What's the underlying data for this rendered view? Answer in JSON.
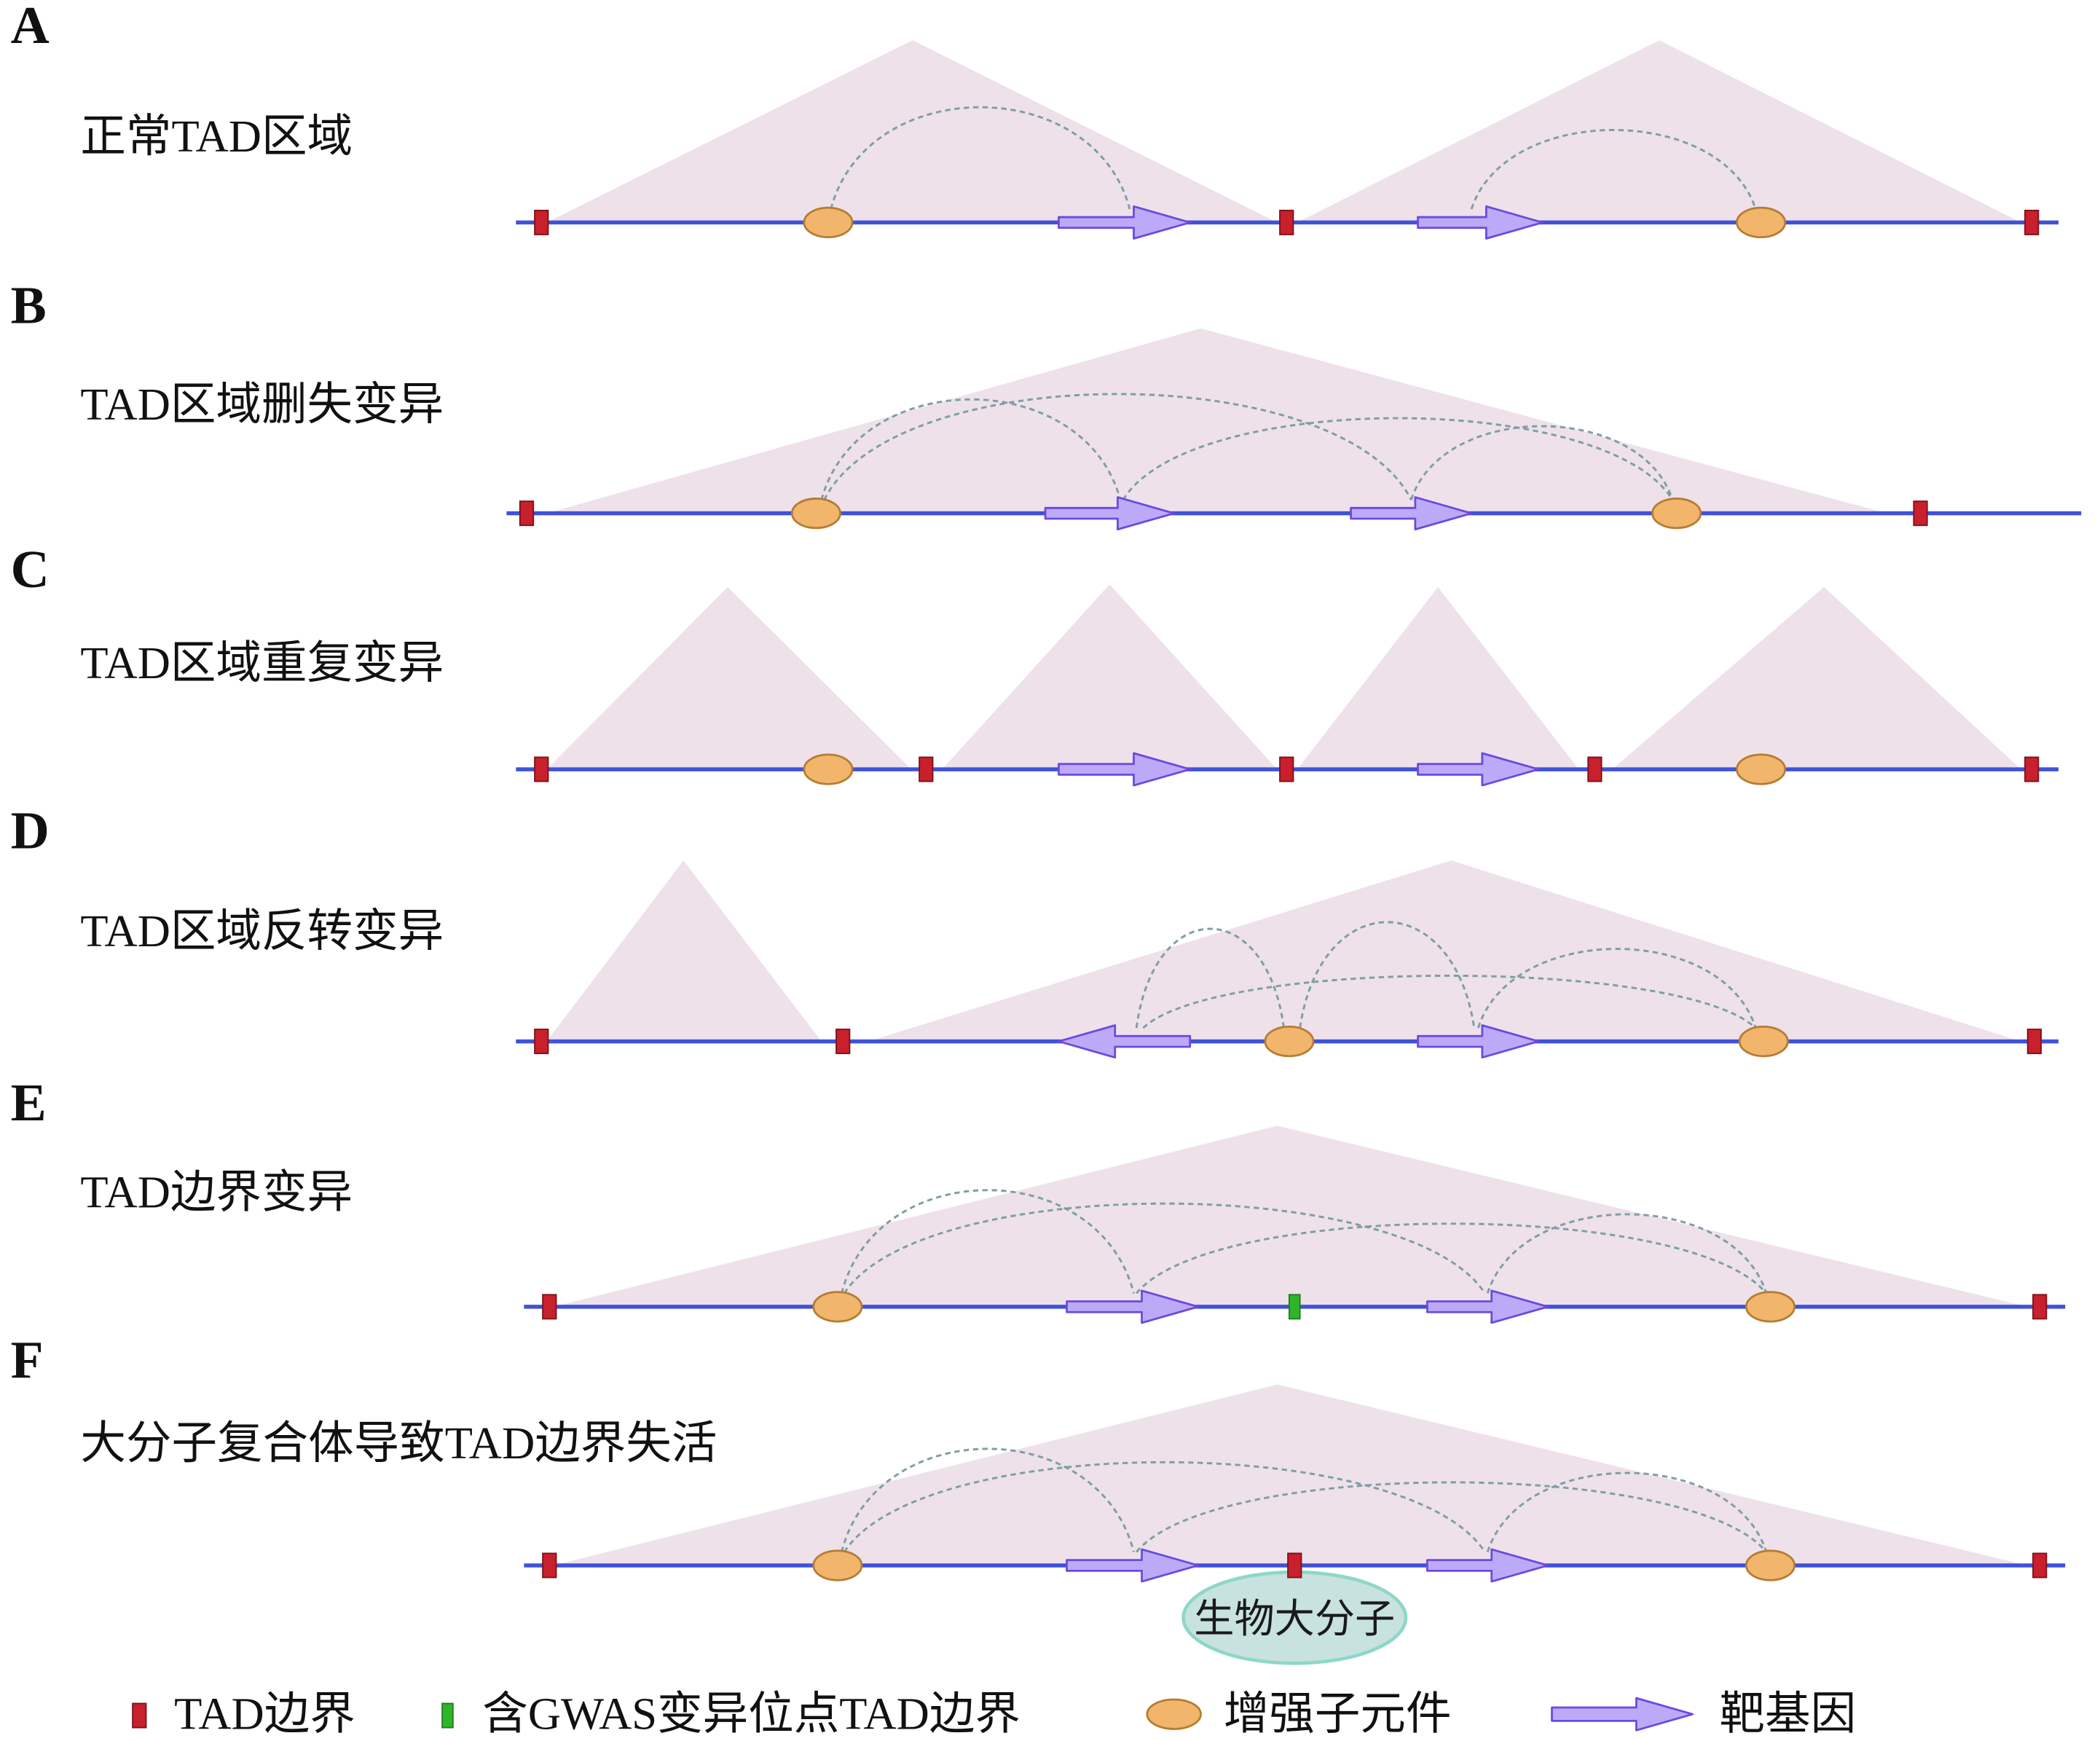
{
  "figure": {
    "panels": [
      {
        "letter": "A",
        "title": "正常TAD区域"
      },
      {
        "letter": "B",
        "title": "TAD区域删失变异"
      },
      {
        "letter": "C",
        "title": "TAD区域重复变异"
      },
      {
        "letter": "D",
        "title": "TAD区域反转变异"
      },
      {
        "letter": "E",
        "title": "TAD边界变异"
      },
      {
        "letter": "F",
        "title": "大分子复合体导致TAD边界失活"
      }
    ],
    "macromolecule": {
      "label": "生物大分子",
      "icon": "macromolecule-ellipse-icon"
    }
  },
  "legend": {
    "items": [
      {
        "label": "TAD边界",
        "icon": "tad-boundary-icon"
      },
      {
        "label": "含GWAS变异位点TAD边界",
        "icon": "gwas-boundary-icon"
      },
      {
        "label": "增强子元件",
        "icon": "enhancer-ellipse-icon"
      },
      {
        "label": "靶基因",
        "icon": "target-gene-arrow-icon"
      }
    ]
  },
  "colors": {
    "chromatin_line": "#3f52d8",
    "tad_domain_fill": "#eee1ea",
    "tad_boundary": "#c8202c",
    "tad_boundary_stroke": "#7d1118",
    "gwas_boundary": "#2fb52a",
    "enhancer_fill": "#f1b56b",
    "enhancer_stroke": "#b57c34",
    "gene_fill": "#bcaaf8",
    "gene_stroke": "#6b49e0",
    "interaction_arc": "#7f9ea3",
    "macromolecule_fill": "#c8e2df",
    "macromolecule_stroke": "#8ed7c8"
  }
}
